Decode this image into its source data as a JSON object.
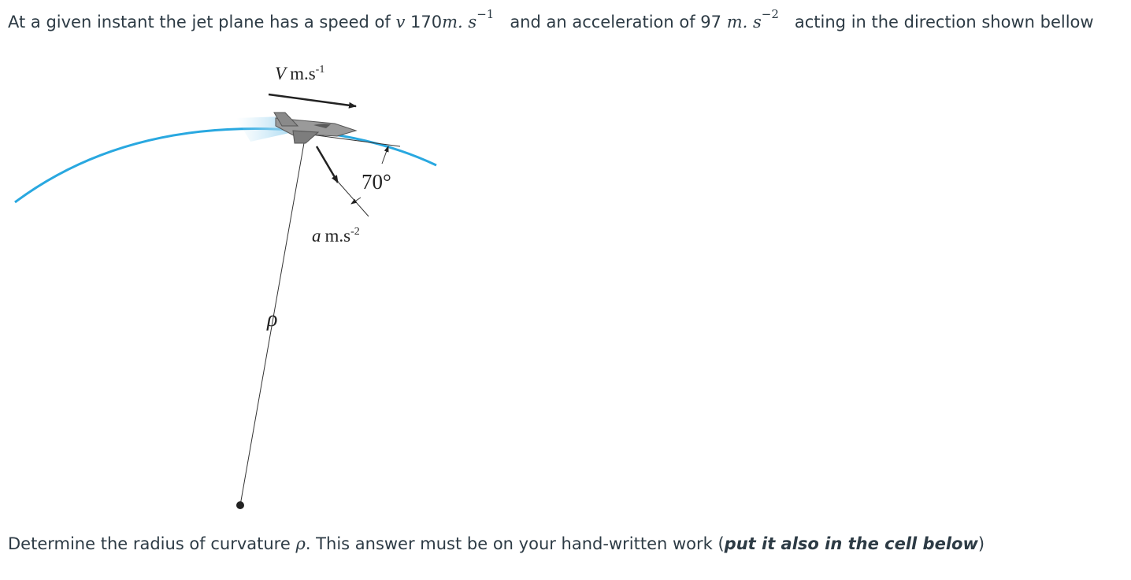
{
  "question": {
    "line1": {
      "t1": "At a given instant the jet plane has a speed of",
      "v_symbol": "v",
      "speed_value": "170",
      "speed_unit": "m. s",
      "speed_exp": "−1",
      "t2": "and an acceleration of 97",
      "accel_unit": "m. s",
      "accel_exp": "−2",
      "t3": "acting in the direction shown bellow"
    },
    "line2": {
      "t1": "Determine the radius of curvature",
      "rho": "ρ",
      "t2": ". This answer must be on your hand-written work (",
      "bold": "put it also in the cell below",
      "t3": ")"
    }
  },
  "figure": {
    "velocity_symbol": "V",
    "velocity_unit": "m.s",
    "velocity_exp": "-1",
    "accel_symbol": "a",
    "accel_unit": "m.s",
    "accel_exp": "-2",
    "angle_label": "70°",
    "radius_label": "ρ",
    "path_color": "#29a8e0",
    "line_color": "#333333"
  }
}
